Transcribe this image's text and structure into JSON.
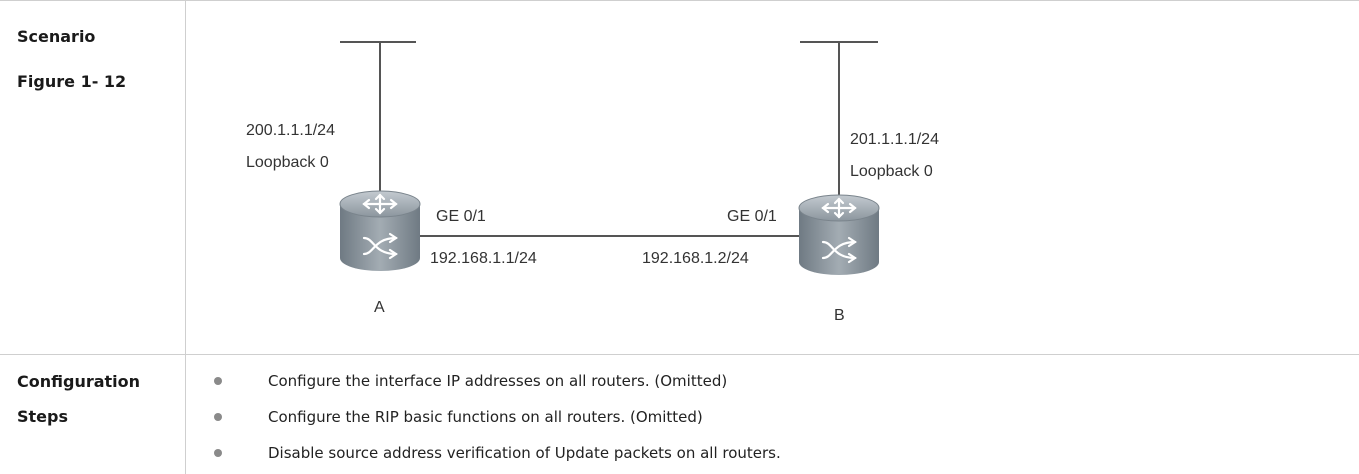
{
  "scenario_row": {
    "label_line1": "Scenario",
    "label_line2": "Figure 1- 12"
  },
  "diagram": {
    "router_a": {
      "name": "A",
      "loopback_ip": "200.1.1.1/24",
      "loopback_name": "Loopback 0",
      "interface": "GE 0/1",
      "interface_ip": "192.168.1.1/24"
    },
    "router_b": {
      "name": "B",
      "loopback_ip": "201.1.1.1/24",
      "loopback_name": "Loopback 0",
      "interface": "GE 0/1",
      "interface_ip": "192.168.1.2/24"
    }
  },
  "config_row": {
    "label_line1": "Configuration",
    "label_line2": "Steps",
    "steps": [
      "Configure the interface IP addresses on all routers. (Omitted)",
      "Configure the RIP basic functions on all routers. (Omitted)",
      "Disable source address verification of Update packets on all routers."
    ]
  },
  "colors": {
    "border": "#cfcfcf",
    "router_body": "#8c969e",
    "router_top": "#a9b2b9",
    "bullet": "#8a8a8a"
  }
}
